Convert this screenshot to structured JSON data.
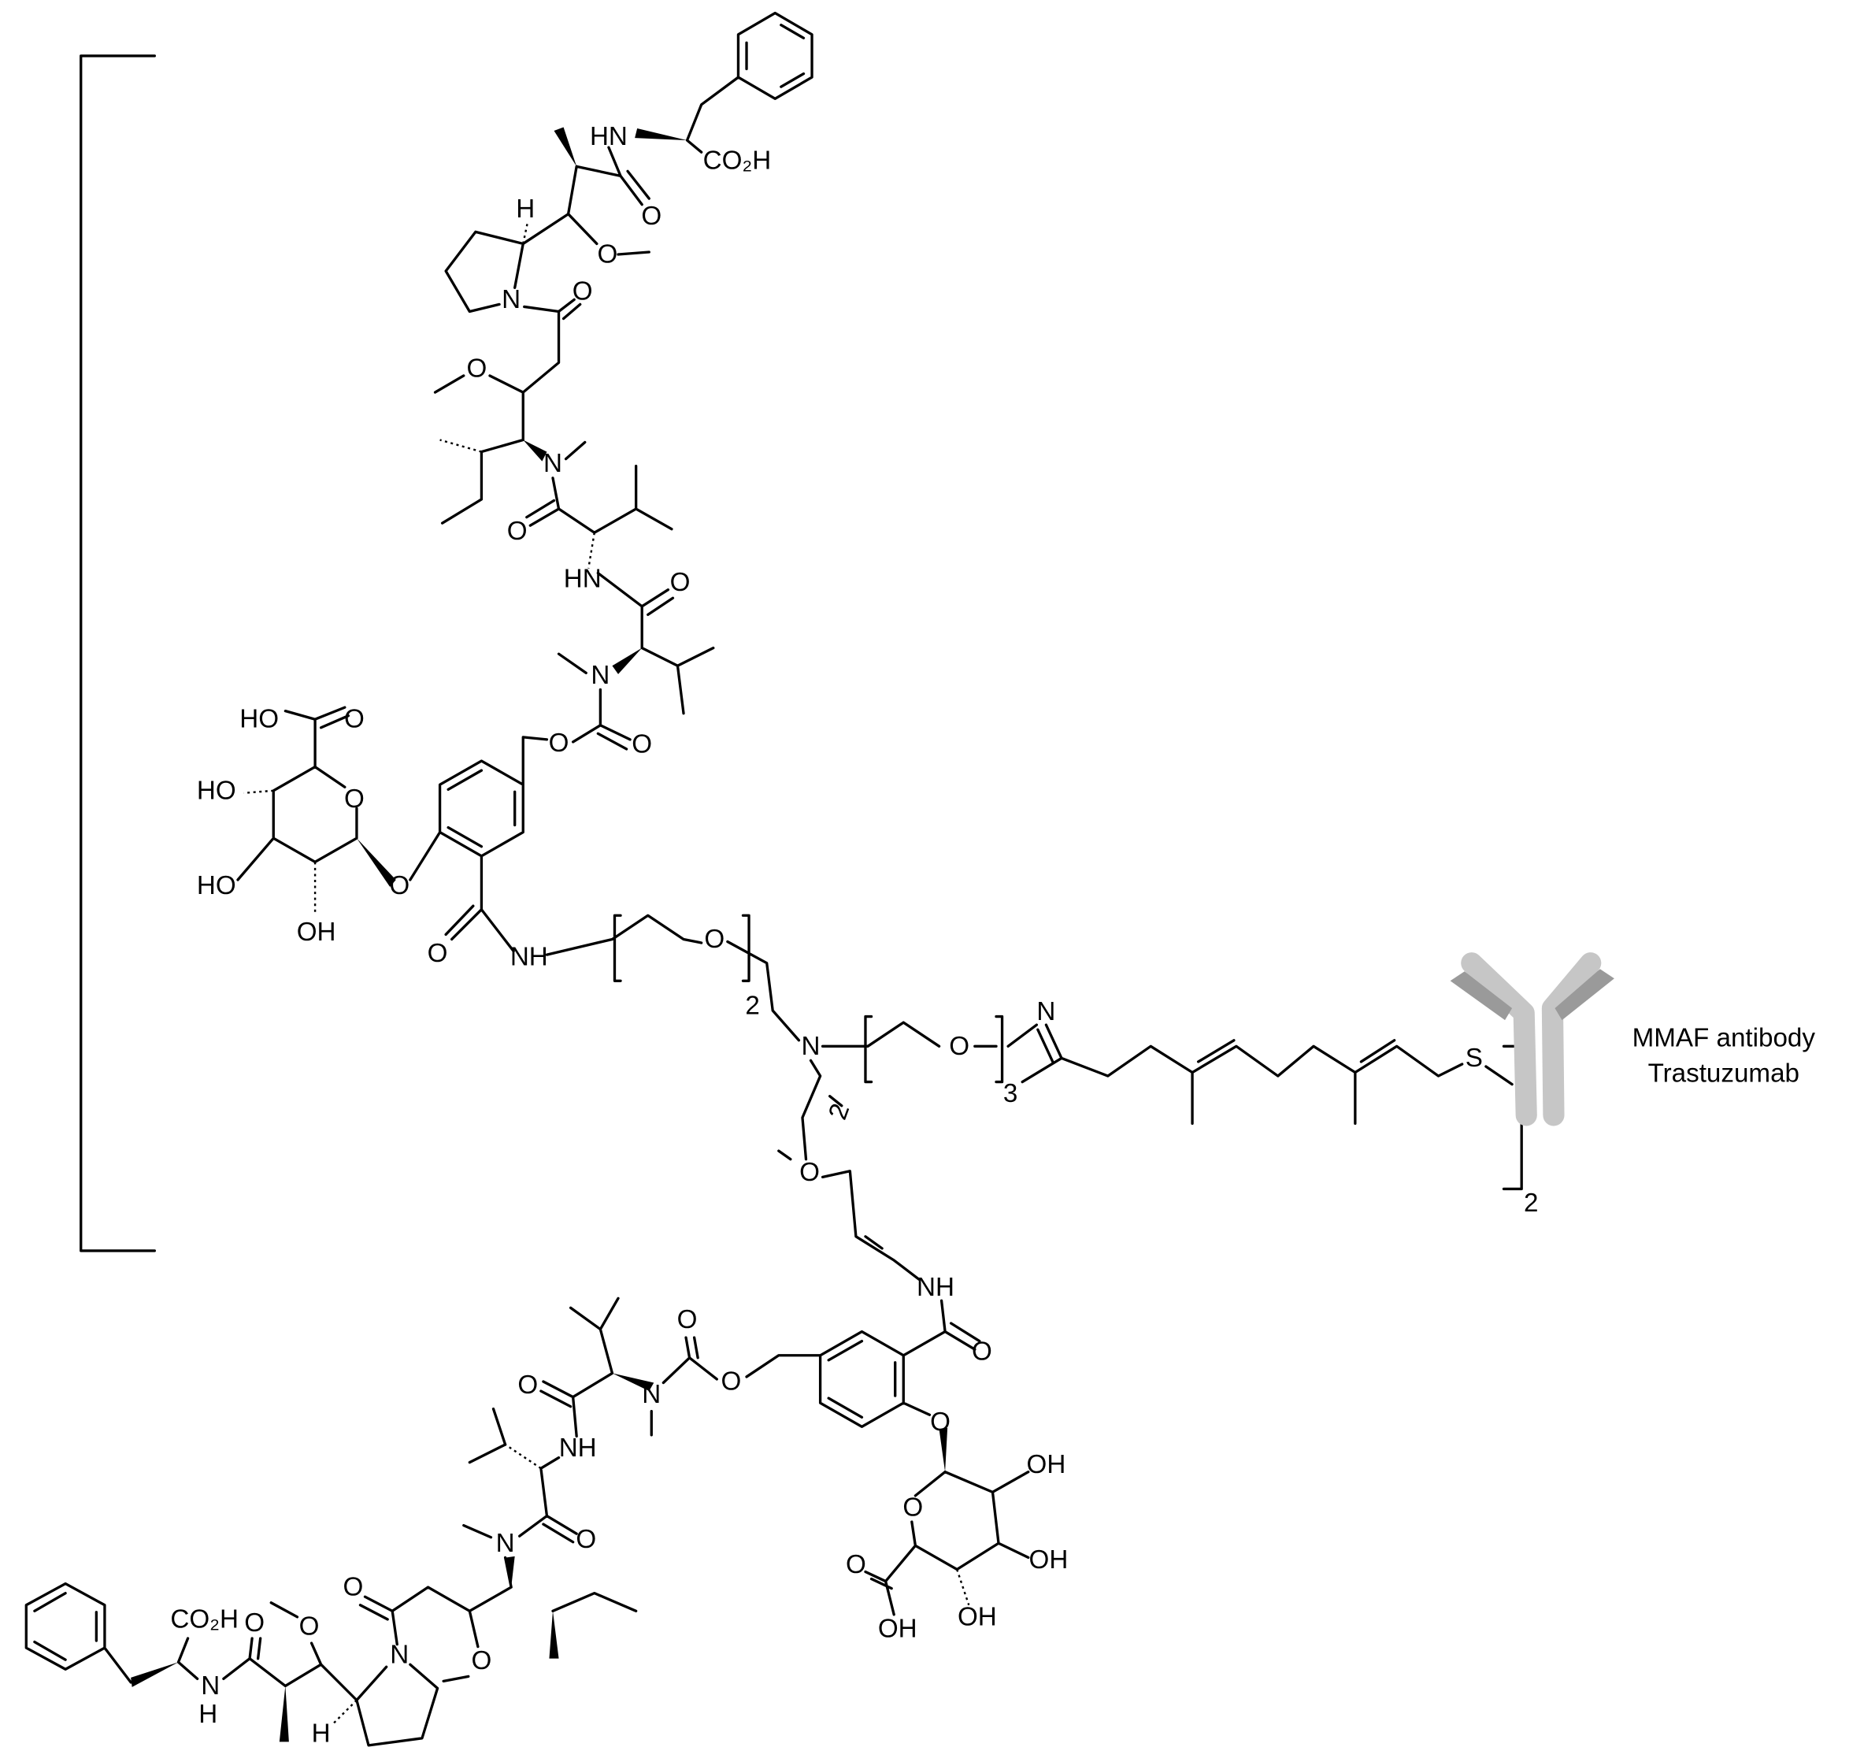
{
  "atoms": [
    "HN",
    "CO₂H",
    "H",
    "O",
    "O",
    "N",
    "O",
    "O",
    "N",
    "O",
    "HN",
    "O",
    "N",
    "O",
    "O",
    "HO",
    "O",
    "O",
    "HO",
    "O",
    "HO",
    "OH",
    "O",
    "NH",
    "O",
    "2",
    "N",
    "O",
    "3",
    "N",
    "S",
    "2",
    "2",
    "O",
    "NH",
    "O",
    "O",
    "O",
    "N",
    "O",
    "NH",
    "O",
    "N",
    "O",
    "O",
    "N",
    "H",
    "O",
    "O",
    "N",
    "H",
    "CO₂H",
    "O",
    "OH",
    "O",
    "OH",
    "OH",
    "O",
    "OH"
  ],
  "antibody": {
    "name_line1": "MMAF antibody",
    "name_line2": "Trastuzumab"
  },
  "colors": {
    "antibody_light": "#c6c6c6",
    "antibody_dark": "#9a9a9a"
  }
}
